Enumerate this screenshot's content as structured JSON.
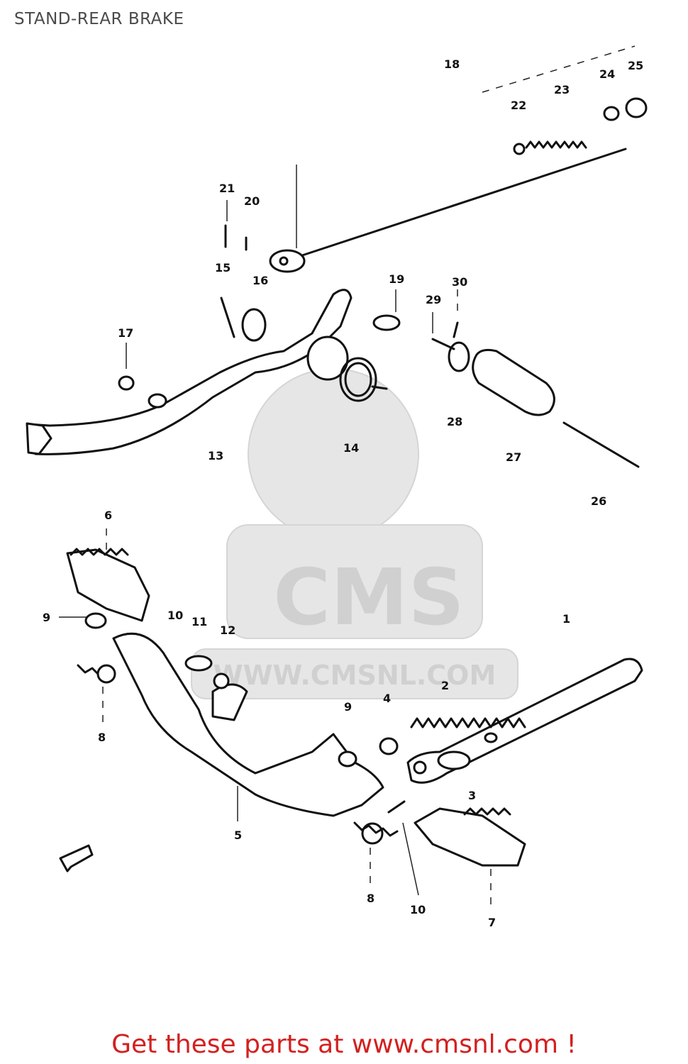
{
  "title": "STAND-REAR BRAKE",
  "watermark": {
    "brand": "CMS",
    "url": "WWW.CMSNL.COM"
  },
  "callouts": [
    {
      "id": "1",
      "text": "1"
    },
    {
      "id": "2",
      "text": "2"
    },
    {
      "id": "3",
      "text": "3"
    },
    {
      "id": "4",
      "text": "4"
    },
    {
      "id": "5",
      "text": "5"
    },
    {
      "id": "6",
      "text": "6"
    },
    {
      "id": "7",
      "text": "7"
    },
    {
      "id": "8a",
      "text": "8"
    },
    {
      "id": "8b",
      "text": "8"
    },
    {
      "id": "9a",
      "text": "9"
    },
    {
      "id": "9b",
      "text": "9"
    },
    {
      "id": "10a",
      "text": "10"
    },
    {
      "id": "10b",
      "text": "10"
    },
    {
      "id": "11",
      "text": "11"
    },
    {
      "id": "12",
      "text": "12"
    },
    {
      "id": "13",
      "text": "13"
    },
    {
      "id": "14",
      "text": "14"
    },
    {
      "id": "15",
      "text": "15"
    },
    {
      "id": "16",
      "text": "16"
    },
    {
      "id": "17",
      "text": "17"
    },
    {
      "id": "18",
      "text": "18"
    },
    {
      "id": "19",
      "text": "19"
    },
    {
      "id": "20",
      "text": "20"
    },
    {
      "id": "21",
      "text": "21"
    },
    {
      "id": "22",
      "text": "22"
    },
    {
      "id": "23",
      "text": "23"
    },
    {
      "id": "24",
      "text": "24"
    },
    {
      "id": "25",
      "text": "25"
    },
    {
      "id": "26",
      "text": "26"
    },
    {
      "id": "27",
      "text": "27"
    },
    {
      "id": "28",
      "text": "28"
    },
    {
      "id": "29",
      "text": "29"
    },
    {
      "id": "30",
      "text": "30"
    }
  ],
  "cta_text": "Get these parts at www.cmsnl.com !",
  "colors": {
    "cta": "#d32020",
    "title": "#4a4a4a",
    "watermark": "#e6e6e6"
  }
}
